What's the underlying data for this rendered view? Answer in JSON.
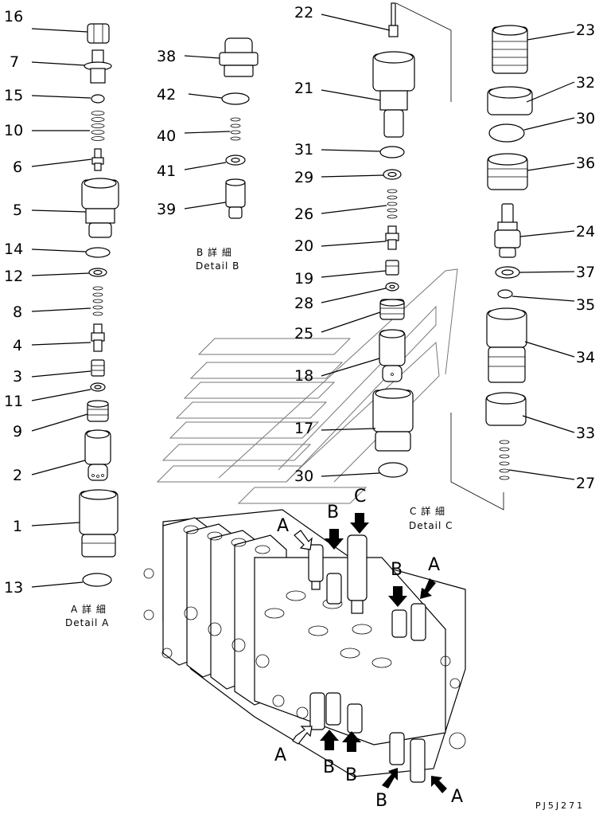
{
  "callouts": {
    "c16": "16",
    "c7": "7",
    "c15": "15",
    "c10": "10",
    "c6": "6",
    "c5": "5",
    "c14": "14",
    "c12": "12",
    "c8": "8",
    "c4": "4",
    "c3": "3",
    "c11": "11",
    "c9": "9",
    "c2": "2",
    "c1": "1",
    "c13": "13",
    "c38": "38",
    "c42": "42",
    "c40": "40",
    "c41": "41",
    "c39": "39",
    "c22": "22",
    "c21": "21",
    "c31": "31",
    "c29": "29",
    "c26": "26",
    "c20": "20",
    "c19": "19",
    "c28": "28",
    "c25": "25",
    "c18": "18",
    "c17": "17",
    "c30b": "30",
    "c23": "23",
    "c32": "32",
    "c30a": "30",
    "c36": "36",
    "c24": "24",
    "c37": "37",
    "c35": "35",
    "c34": "34",
    "c33": "33",
    "c27": "27"
  },
  "captions": {
    "detail_a_jp": "A 詳 細",
    "detail_a_en": "Detail A",
    "detail_b_jp": "B 詳 細",
    "detail_b_en": "Detail B",
    "detail_c_jp": "C 詳 細",
    "detail_c_en": "Detail C"
  },
  "markers": {
    "a1": "A",
    "b1": "B",
    "c1": "C",
    "b2": "B",
    "a2": "A",
    "a3": "A",
    "b3": "B",
    "b4": "B",
    "b5": "B",
    "a4": "A"
  },
  "drawing_code": "PJ5J271"
}
